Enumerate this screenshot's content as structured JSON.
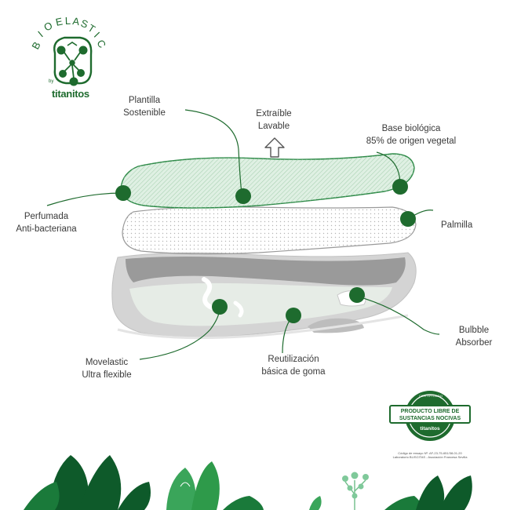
{
  "logo": {
    "brand_arc": "BIOELASTIC",
    "by": "by",
    "maker": "titanitos"
  },
  "labels": {
    "plantilla": [
      "Plantilla",
      "Sostenible"
    ],
    "extraible": [
      "Extraíble",
      "Lavable"
    ],
    "base": [
      "Base biológica",
      "85% de origen vegetal"
    ],
    "perfumada": [
      "Perfumada",
      "Anti-bacteriana"
    ],
    "palmilla": [
      "Palmilla"
    ],
    "bubble": [
      "Bulbble",
      "Absorber"
    ],
    "movelastic": [
      "Movelastic",
      "Ultra flexible"
    ],
    "reutilizacion": [
      "Reutilización",
      "básica de goma"
    ]
  },
  "certificate": {
    "top": "CERTIFICADO",
    "line1": "PRODUCTO LIBRE DE",
    "line2": "SUSTANCIAS NOCIVAS",
    "brand": "titanitos",
    "code1": "Código de ensayo Nº: AF-23-75-651/38-01-20",
    "code2": "Laboratorio BLISCITAS - Asociación Francesa Sevilla"
  },
  "colors": {
    "accent": "#1e6b2e",
    "leaf_dark": "#0e5a2a",
    "leaf_mid": "#2e9a4a",
    "leaf_light": "#7fc99a",
    "insole_green": "#d8eedc",
    "sole_gray": "#c9c9c9"
  }
}
